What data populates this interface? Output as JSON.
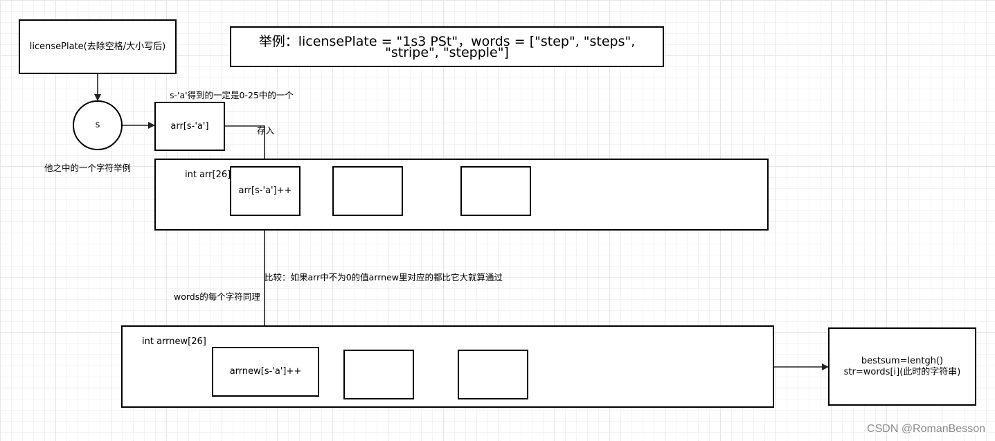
{
  "nodes": {
    "license_plate": "licensePlate(去除空格/大小写后)",
    "example": "举例：licensePlate = \"1s3 PSt\"，words = [\"step\", \"steps\", \"stripe\", \"stepple\"]",
    "char_s": "s",
    "arr_index": "arr[s-'a']",
    "arr_container_label": "int arr[26]",
    "arr_increment": "arr[s-'a']++",
    "arrnew_container_label": "int arrnew[26]",
    "arrnew_increment": "arrnew[s-'a']++",
    "result_line1": "bestsum=lentgh()",
    "result_line2": "str=words[i](此时的字符串)"
  },
  "annotations": {
    "range_note": "s-'a'得到的一定是0-25中的一个",
    "store": "存入",
    "char_example": "他之中的一个字符举例",
    "compare": "比较：如果arr中不为0的值arrnew里对应的都比它大就算通过",
    "words_same": "words的每个字符同理"
  },
  "watermark": "CSDN @RomanBesson"
}
